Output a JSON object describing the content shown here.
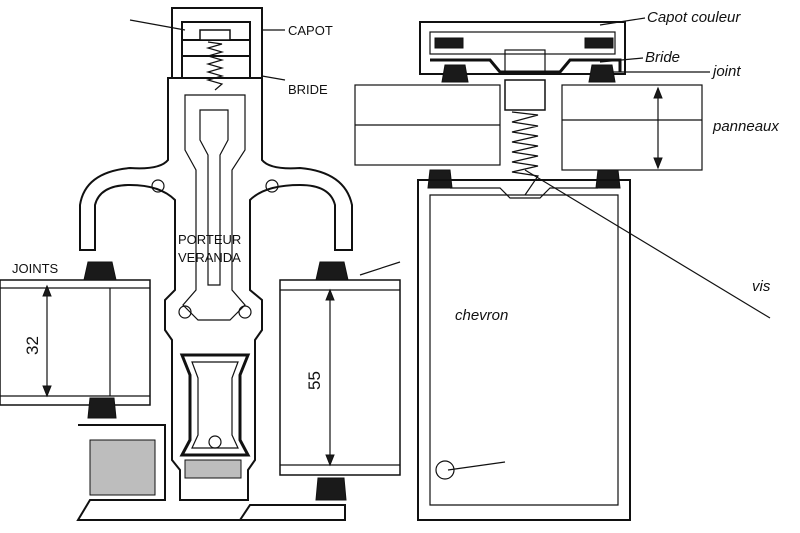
{
  "left": {
    "labels": {
      "capot": "CAPOT",
      "bride": "BRIDE",
      "porteur_line1": "PORTEUR",
      "porteur_line2": "VERANDA",
      "joints": "JOINTS"
    },
    "dimensions": {
      "d32": "32",
      "d55": "55"
    }
  },
  "right": {
    "labels": {
      "capot_couleur": "Capot couleur",
      "bride": "Bride",
      "joint": "joint",
      "panneaux": "panneaux",
      "vis": "vis",
      "chevron": "chevron"
    }
  }
}
